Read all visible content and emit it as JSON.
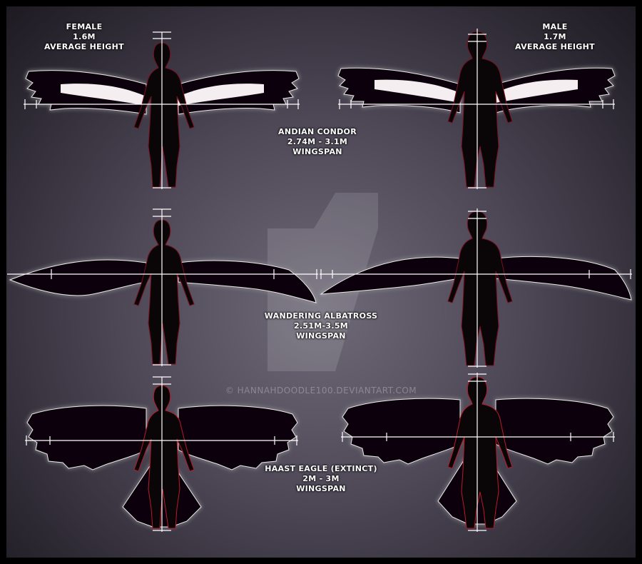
{
  "labels": {
    "female": [
      "FEMALE",
      "1.6M",
      "AVERAGE HEIGHT"
    ],
    "male": [
      "MALE",
      "1.7M",
      "AVERAGE HEIGHT"
    ],
    "condor": [
      "ANDIAN CONDOR",
      "2.74M - 3.1M",
      "WINGSPAN"
    ],
    "albatross": [
      "WANDERING ALBATROSS",
      "2.51M-3.5M",
      "WINGSPAN"
    ],
    "eagle": [
      "HAAST EAGLE (EXTINCT)",
      "2M - 3M",
      "WINGSPAN"
    ]
  },
  "watermark": "© HANNAHDOODLE100.DEVIANTART.COM",
  "colors": {
    "silhouette": "#0a0608",
    "guide": "#ffffff",
    "anatomy": "#b81a2a",
    "glow": "#ffffff"
  }
}
